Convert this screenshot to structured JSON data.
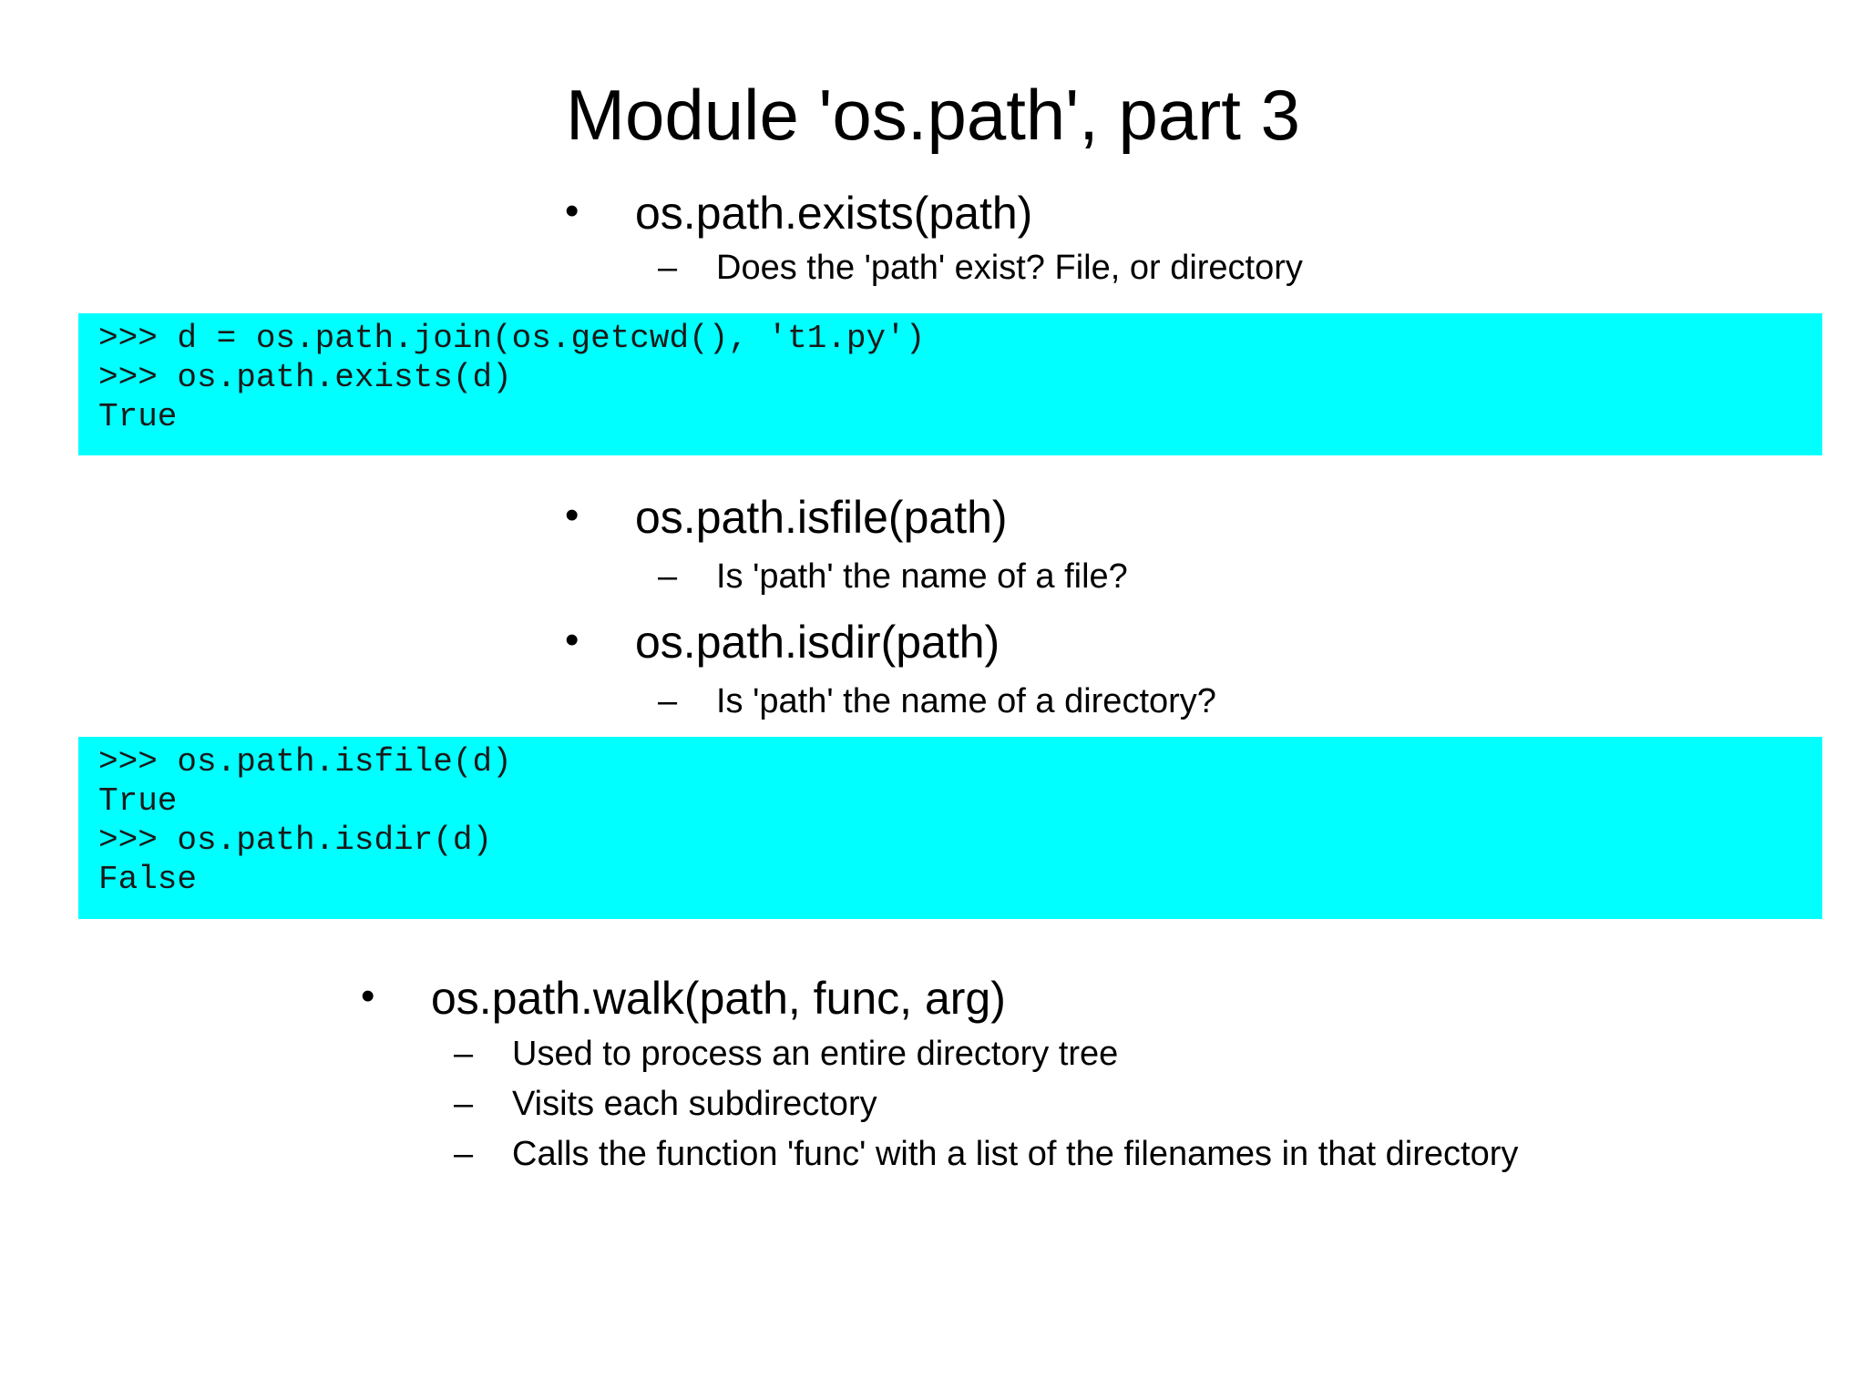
{
  "title": "Module 'os.path', part 3",
  "colors": {
    "code_background": "#00ffff",
    "text": "#000000"
  },
  "section1": {
    "bullet": "os.path.exists(path)",
    "sub": [
      "Does the 'path' exist? File, or directory"
    ]
  },
  "code1": {
    "lines": [
      ">>> d = os.path.join(os.getcwd(), 't1.py')",
      ">>> os.path.exists(d)",
      "True"
    ]
  },
  "section2": {
    "bullets": [
      {
        "label": "os.path.isfile(path)",
        "sub": [
          "Is 'path' the name of a file?"
        ]
      },
      {
        "label": "os.path.isdir(path)",
        "sub": [
          "Is 'path' the name of a directory?"
        ]
      }
    ]
  },
  "code2": {
    "lines": [
      ">>> os.path.isfile(d)",
      "True",
      ">>> os.path.isdir(d)",
      "False"
    ]
  },
  "section3": {
    "bullet": "os.path.walk(path, func, arg)",
    "sub": [
      "Used to process an entire directory tree",
      "Visits each subdirectory",
      "Calls the function 'func' with a list of the filenames in that directory"
    ]
  },
  "symbols": {
    "bullet": "•",
    "dash": "–"
  }
}
